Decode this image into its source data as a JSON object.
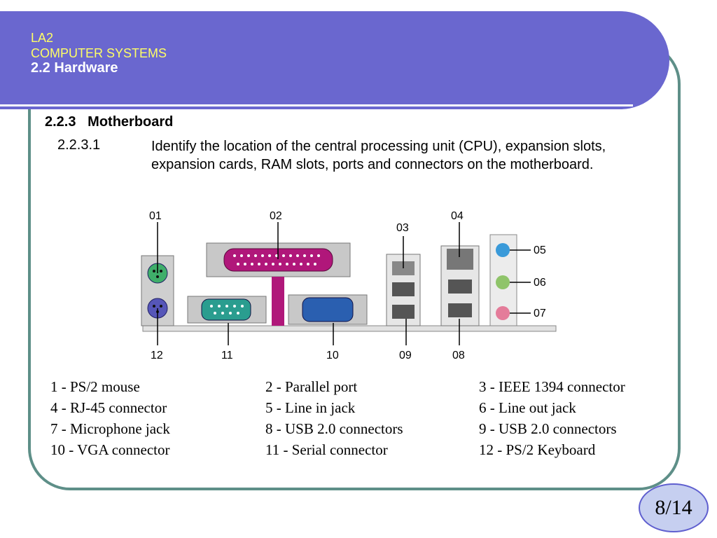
{
  "header": {
    "line1": "LA2",
    "line2": "COMPUTER SYSTEMS",
    "line3": "2.2 Hardware"
  },
  "section": {
    "title": "2.2.3   Motherboard",
    "number": "2.2.3.1",
    "description": "Identify the location of the central processing unit (CPU), expansion slots, expansion cards, RAM slots, ports and connectors on the motherboard."
  },
  "diagram": {
    "callouts": [
      "01",
      "02",
      "03",
      "04",
      "05",
      "06",
      "07",
      "08",
      "09",
      "10",
      "11",
      "12"
    ],
    "colors": {
      "ps2_mouse": "#3fae6a",
      "ps2_keyboard": "#5656b8",
      "parallel": "#b0177a",
      "serial": "#2a9d8f",
      "vga": "#2a5fb0",
      "line_in": "#3a9ad9",
      "line_out": "#8fc46a",
      "mic": "#e47c9a"
    }
  },
  "legend": {
    "rows": [
      [
        "1 - PS/2 mouse",
        "2 - Parallel port",
        "3 - IEEE 1394 connector"
      ],
      [
        "4 - RJ-45 connector",
        "5 - Line in jack",
        "6 - Line out jack"
      ],
      [
        "7 - Microphone jack",
        "8 - USB 2.0 connectors",
        "9 - USB 2.0 connectors"
      ],
      [
        "10 - VGA connector",
        "11 - Serial connector",
        "12 - PS/2 Keyboard"
      ]
    ]
  },
  "page_indicator": "8/14"
}
